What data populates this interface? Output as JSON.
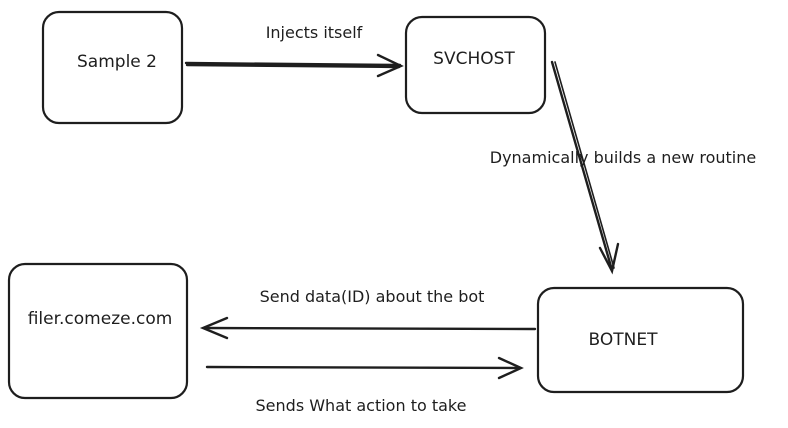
{
  "nodes": {
    "sample": {
      "label": "Sample 2"
    },
    "svchost": {
      "label": "SVCHOST"
    },
    "botnet": {
      "label": "BOTNET"
    },
    "server": {
      "label": "filer.comeze.com"
    }
  },
  "edges": {
    "injects": {
      "label": "Injects itself"
    },
    "builds": {
      "label": "Dynamically builds a new routine"
    },
    "send_data": {
      "label": "Send data(ID) about the bot"
    },
    "sends_action": {
      "label": "Sends What action to take"
    }
  },
  "colors": {
    "stroke": "#1e1e1e",
    "background": "#ffffff"
  }
}
